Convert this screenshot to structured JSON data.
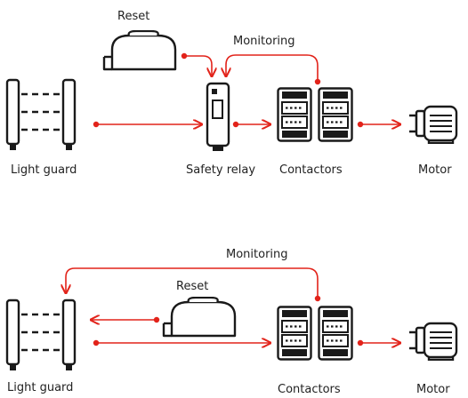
{
  "colors": {
    "signal": "#e2231a",
    "device": "#1a1a1a",
    "text": "#222222",
    "background": "#ffffff"
  },
  "icons": [
    "light-guard-icon",
    "reset-button-icon",
    "safety-relay-icon",
    "contactor-icon",
    "motor-icon"
  ],
  "top": {
    "reset_label": "Reset",
    "monitoring_label": "Monitoring",
    "light_guard_label": "Light guard",
    "safety_relay_label": "Safety relay",
    "contactors_label": "Contactors",
    "motor_label": "Motor"
  },
  "bottom": {
    "reset_label": "Reset",
    "monitoring_label": "Monitoring",
    "light_guard_label": "Light guard",
    "contactors_label": "Contactors",
    "motor_label": "Motor"
  }
}
